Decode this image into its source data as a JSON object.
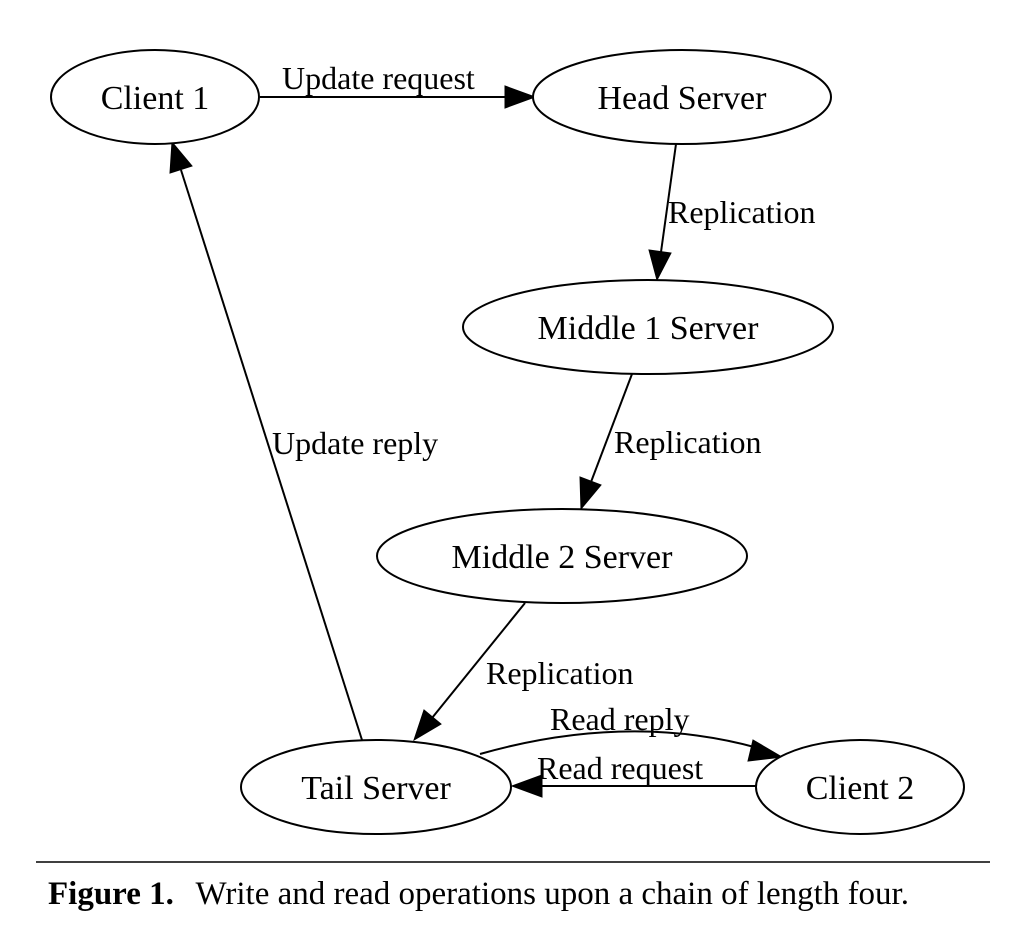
{
  "nodes": {
    "client1": "Client 1",
    "head": "Head Server",
    "middle1": "Middle 1 Server",
    "middle2": "Middle 2 Server",
    "tail": "Tail Server",
    "client2": "Client 2"
  },
  "edges": {
    "update_request": "Update request",
    "replication_head_mid1": "Replication",
    "replication_mid1_mid2": "Replication",
    "replication_mid2_tail": "Replication",
    "update_reply": "Update reply",
    "read_reply": "Read reply",
    "read_request": "Read request"
  },
  "caption": {
    "label": "Figure 1.",
    "text": "Write and read operations upon a chain of length four."
  }
}
